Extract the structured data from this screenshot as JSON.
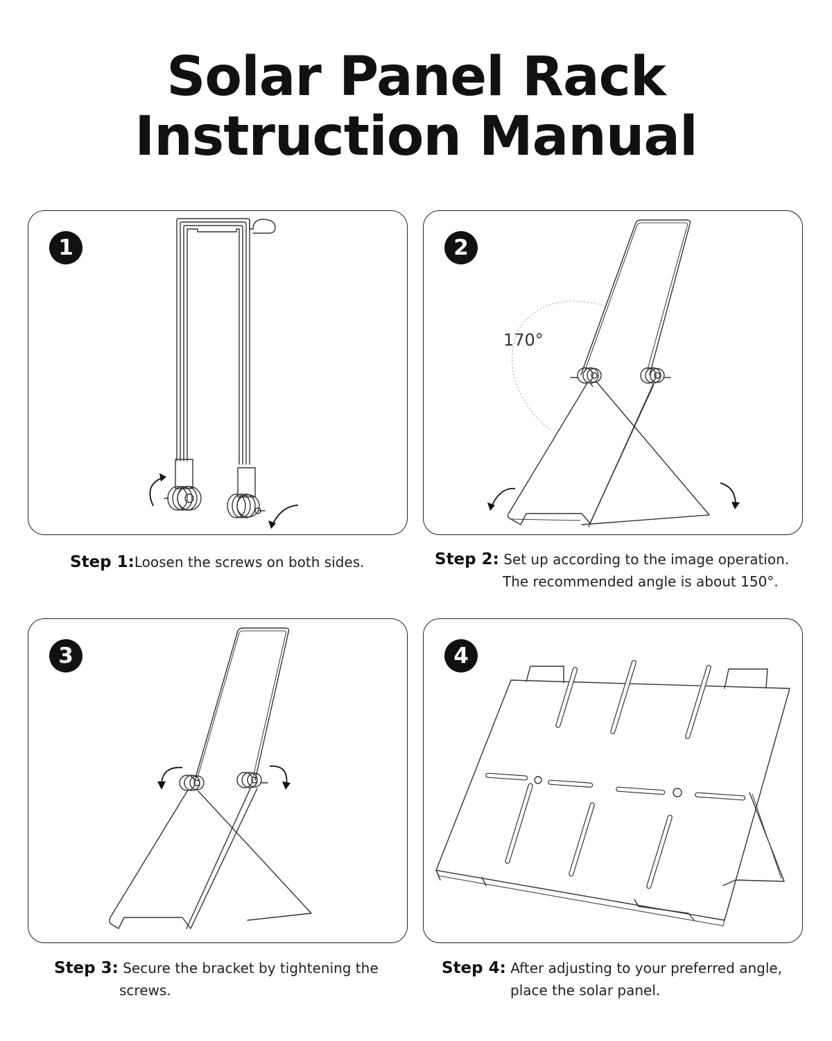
{
  "title": {
    "line1": "Solar Panel Rack",
    "line2": "Instruction Manual"
  },
  "steps": [
    {
      "number": "1",
      "label": "Step 1:",
      "text": "Loosen the screws on both sides.",
      "text2": ""
    },
    {
      "number": "2",
      "label": "Step 2:",
      "text": "Set up according to the image operation.",
      "text2": "The recommended angle is about 150°."
    },
    {
      "number": "3",
      "label": "Step 3:",
      "text": "Secure the bracket by tightening the",
      "text2": "screws."
    },
    {
      "number": "4",
      "label": "Step 4:",
      "text": "After adjusting to your preferred angle,",
      "text2": "place the solar panel."
    }
  ],
  "angle_annotation": "170°"
}
